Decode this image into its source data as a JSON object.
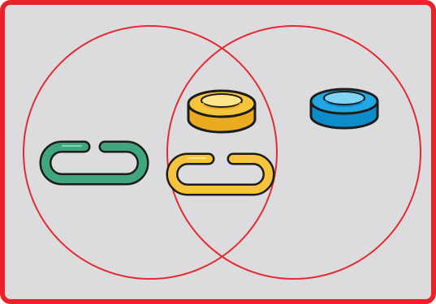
{
  "colors": {
    "frame": "#e8212b",
    "panel": "#dcdcdf",
    "circle": "#e52a2f",
    "outline": "#1c1c1c",
    "green": "#3fa67e",
    "green_highlight": "#7fd6b3",
    "yellow": "#f6c43a",
    "yellow_highlight": "#ffe48a",
    "yellow_side": "#e9ab20",
    "blue": "#22a6e4",
    "blue_highlight": "#7fd3f6",
    "blue_side": "#0d8ccb"
  },
  "venn": {
    "left_set_label": "",
    "right_set_label": ""
  },
  "items": [
    {
      "shape": "paper-clip",
      "color": "green",
      "region": "left-only"
    },
    {
      "shape": "paper-clip",
      "color": "yellow",
      "region": "overlap"
    },
    {
      "shape": "ring",
      "color": "yellow",
      "region": "overlap"
    },
    {
      "shape": "ring",
      "color": "blue",
      "region": "right-only"
    }
  ]
}
